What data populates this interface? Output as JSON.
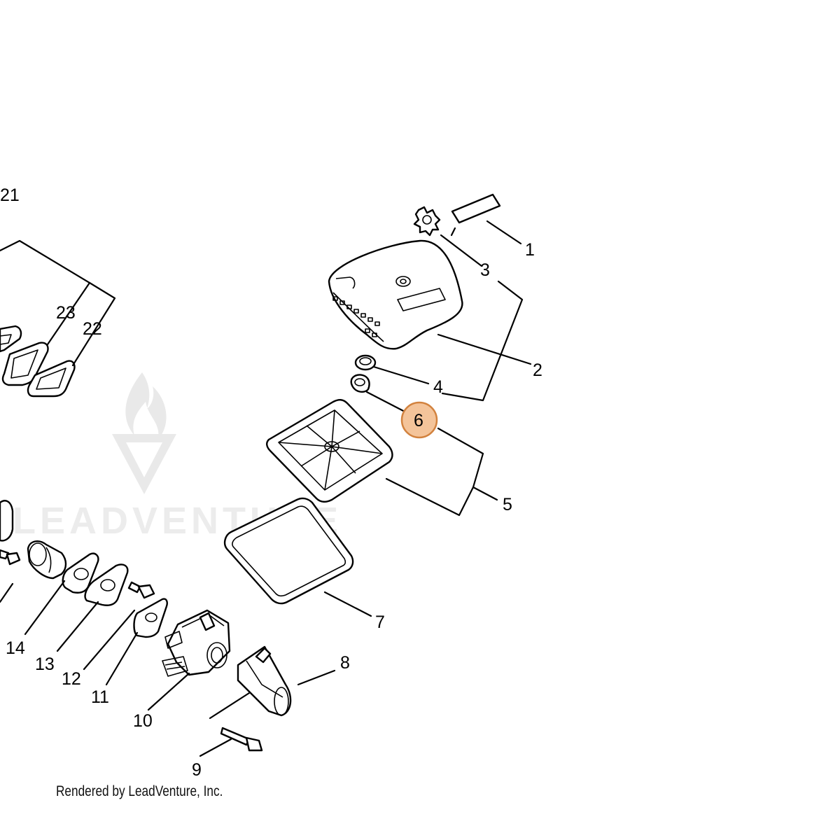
{
  "callouts": {
    "c1": "1",
    "c2": "2",
    "c3": "3",
    "c4": "4",
    "c5": "5",
    "c6": "6",
    "c7": "7",
    "c8": "8",
    "c9": "9",
    "c10": "10",
    "c11": "11",
    "c12": "12",
    "c13": "13",
    "c14": "14",
    "c21": "21",
    "c22": "22",
    "c23": "23"
  },
  "highlight": {
    "callout": "6",
    "fill": "#f4c49a",
    "stroke": "#d2823e"
  },
  "watermark": {
    "text": "LEADVENTURE"
  },
  "credit": "Rendered by LeadVenture, Inc."
}
